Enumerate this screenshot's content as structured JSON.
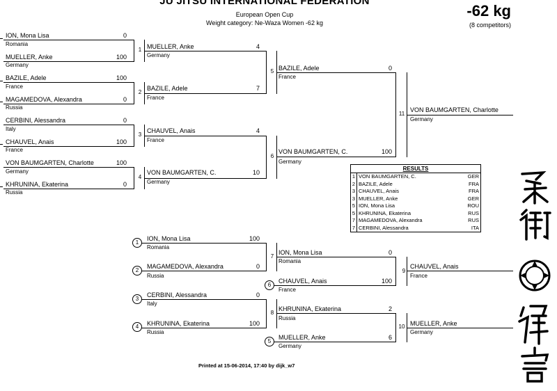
{
  "header": {
    "federation": "JU JITSU INTERNATIONAL FEDERATION",
    "event": "European Open Cup",
    "category": "Weight category: Ne-Waza Women -62 kg",
    "weight": "-62 kg",
    "competitors": "(8 competitors)"
  },
  "round1": [
    {
      "match": "1",
      "a": {
        "name": "ION, Mona Lisa",
        "country": "Romania",
        "score": "0"
      },
      "b": {
        "name": "MUELLER, Anke",
        "country": "Germany",
        "score": "100"
      }
    },
    {
      "match": "2",
      "a": {
        "name": "BAZILE, Adele",
        "country": "France",
        "score": "100"
      },
      "b": {
        "name": "MAGAMEDOVA, Alexandra",
        "country": "Russia",
        "score": "0"
      }
    },
    {
      "match": "3",
      "a": {
        "name": "CERBINI, Alessandra",
        "country": "Italy",
        "score": "0"
      },
      "b": {
        "name": "CHAUVEL, Anais",
        "country": "France",
        "score": "100"
      }
    },
    {
      "match": "4",
      "a": {
        "name": "VON BAUMGARTEN, Charlotte",
        "country": "Germany",
        "score": "100"
      },
      "b": {
        "name": "KHRUNINA, Ekaterina",
        "country": "Russia",
        "score": "0"
      }
    }
  ],
  "round2": [
    {
      "name": "MUELLER, Anke",
      "country": "Germany",
      "score": "4"
    },
    {
      "name": "BAZILE, Adele",
      "country": "France",
      "score": "7"
    },
    {
      "name": "CHAUVEL, Anais",
      "country": "France",
      "score": "4"
    },
    {
      "name": "VON BAUMGARTEN, C.",
      "country": "Germany",
      "score": "10"
    }
  ],
  "round2_matches": [
    "5",
    "6"
  ],
  "semis": [
    {
      "name": "BAZILE, Adele",
      "country": "France",
      "score": "0"
    },
    {
      "name": "VON BAUMGARTEN, C.",
      "country": "Germany",
      "score": "100"
    }
  ],
  "final_match": "11",
  "winner": {
    "name": "VON BAUMGARTEN, Charlotte",
    "country": "Germany"
  },
  "results": {
    "title": "RESULTS",
    "rows": [
      {
        "place": "1",
        "name": "VON BAUMGARTEN, C.",
        "code": "GER"
      },
      {
        "place": "2",
        "name": "BAZILE, Adele",
        "code": "FRA"
      },
      {
        "place": "3",
        "name": "CHAUVEL, Anais",
        "code": "FRA"
      },
      {
        "place": "3",
        "name": "MUELLER, Anke",
        "code": "GER"
      },
      {
        "place": "5",
        "name": "ION, Mona Lisa",
        "code": "ROU"
      },
      {
        "place": "5",
        "name": "KHRUNINA, Ekaterina",
        "code": "RUS"
      },
      {
        "place": "7",
        "name": "MAGAMEDOVA, Alexandra",
        "code": "RUS"
      },
      {
        "place": "7",
        "name": "CERBINI, Alessandra",
        "code": "ITA"
      }
    ]
  },
  "repechage": {
    "r1": [
      {
        "seed": "1",
        "name": "ION, Mona Lisa",
        "country": "Romania",
        "score": "100"
      },
      {
        "seed": "2",
        "name": "MAGAMEDOVA, Alexandra",
        "country": "Russia",
        "score": "0"
      },
      {
        "seed": "3",
        "name": "CERBINI, Alessandra",
        "country": "Italy",
        "score": "0"
      },
      {
        "seed": "4",
        "name": "KHRUNINA, Ekaterina",
        "country": "Russia",
        "score": "100"
      }
    ],
    "m7": "7",
    "m8": "8",
    "m9": "9",
    "m10": "10",
    "r2": [
      {
        "name": "ION, Mona Lisa",
        "country": "Romania",
        "score": "0"
      },
      {
        "seed": "6",
        "name": "CHAUVEL, Anais",
        "country": "France",
        "score": "100"
      },
      {
        "name": "KHRUNINA, Ekaterina",
        "country": "Russia",
        "score": "2"
      },
      {
        "seed": "5",
        "name": "MUELLER, Anke",
        "country": "Germany",
        "score": "6"
      }
    ],
    "bronze": [
      {
        "name": "CHAUVEL, Anais",
        "country": "France"
      },
      {
        "name": "MUELLER, Anke",
        "country": "Germany"
      }
    ]
  },
  "footer": "Printed at 15-06-2014, 17:40 by dijk_w7"
}
